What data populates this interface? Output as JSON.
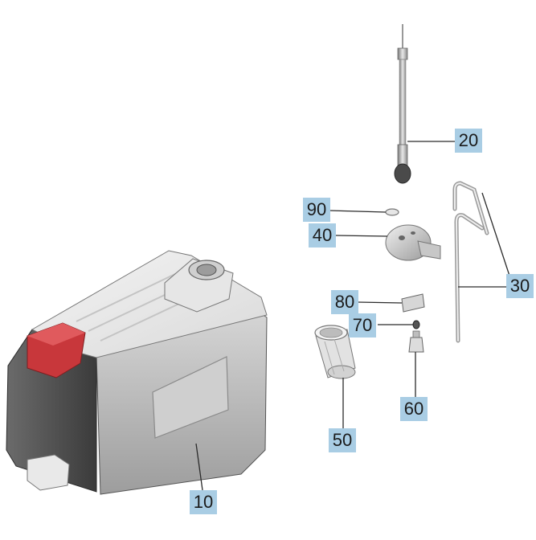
{
  "callouts": {
    "p10": "10",
    "p20": "20",
    "p30": "30",
    "p40": "40",
    "p50": "50",
    "p60": "60",
    "p70": "70",
    "p80": "80",
    "p90": "90"
  },
  "colors": {
    "callout_bg": "#a9cde4",
    "cap_red": "#c8373b",
    "leader": "#2b2b2b"
  }
}
